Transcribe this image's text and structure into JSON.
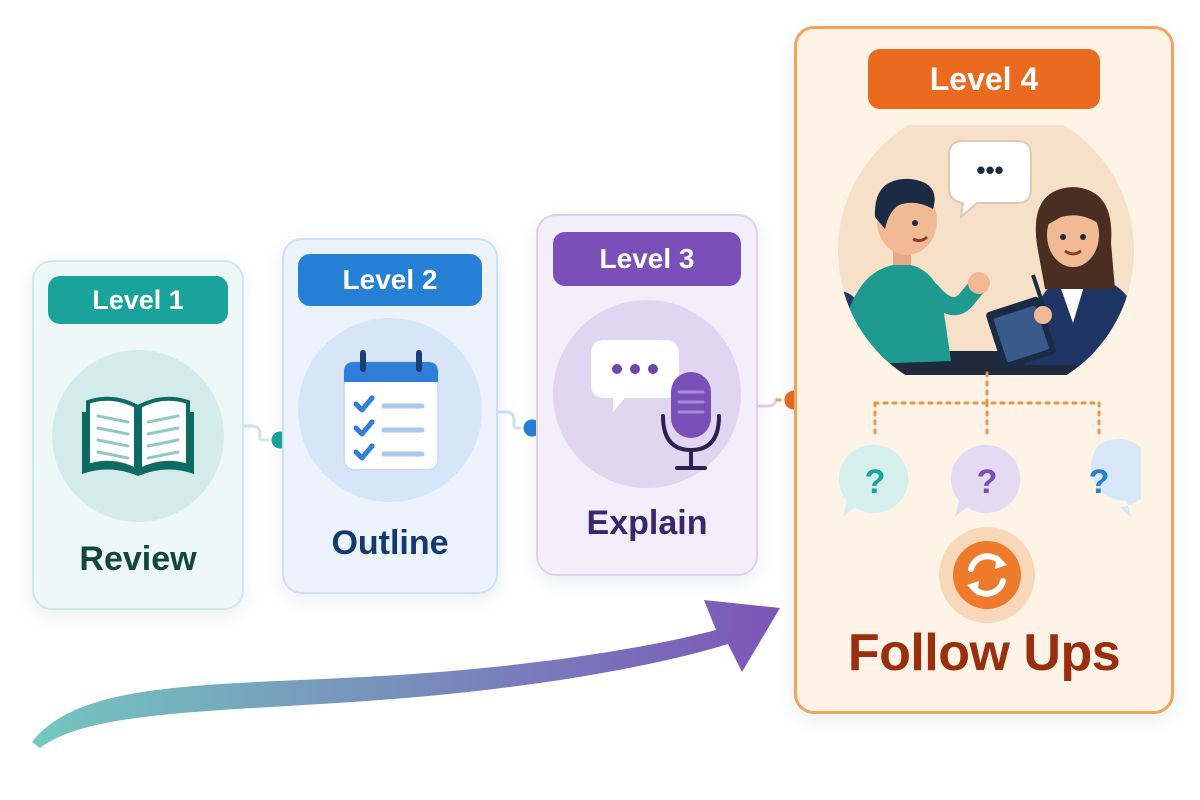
{
  "levels": [
    {
      "badge": "Level 1",
      "label": "Review",
      "icon": "open-book-icon",
      "accent": "#1aa39a"
    },
    {
      "badge": "Level 2",
      "label": "Outline",
      "icon": "checklist-calendar-icon",
      "accent": "#2580d6"
    },
    {
      "badge": "Level 3",
      "label": "Explain",
      "icon": "speech-microphone-icon",
      "accent": "#7a4fb8"
    },
    {
      "badge": "Level 4",
      "label": "Follow Ups",
      "icon": "conversation-interview-icon",
      "accent": "#ea6a1f"
    }
  ],
  "follow_up_bubbles": [
    {
      "text": "?",
      "color": "#1aa39a"
    },
    {
      "text": "?",
      "color": "#7a4fb8"
    },
    {
      "text": "?",
      "color": "#2580d6"
    }
  ],
  "speech_bubble_text": "•••",
  "progress_arrow": {
    "from_color": "#74c7c0",
    "to_color": "#7c55b8"
  }
}
